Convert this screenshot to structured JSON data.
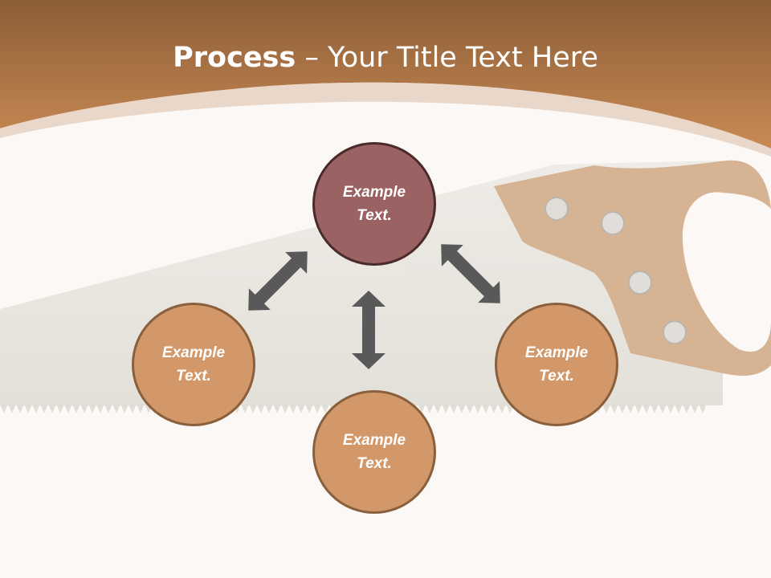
{
  "title": {
    "bold": "Process",
    "dash": " – ",
    "rest": "Your Title Text Here"
  },
  "nodes": {
    "top": {
      "line1": "Example",
      "line2": "Text."
    },
    "left": {
      "line1": "Example",
      "line2": "Text."
    },
    "right": {
      "line1": "Example",
      "line2": "Text."
    },
    "bottom": {
      "line1": "Example",
      "line2": "Text."
    }
  },
  "colors": {
    "header_brown_top": "#8c5e38",
    "header_brown_bottom": "#c98a54",
    "node_primary": "#9a6262",
    "node_secondary": "#d2986a",
    "arrow": "#595959"
  }
}
